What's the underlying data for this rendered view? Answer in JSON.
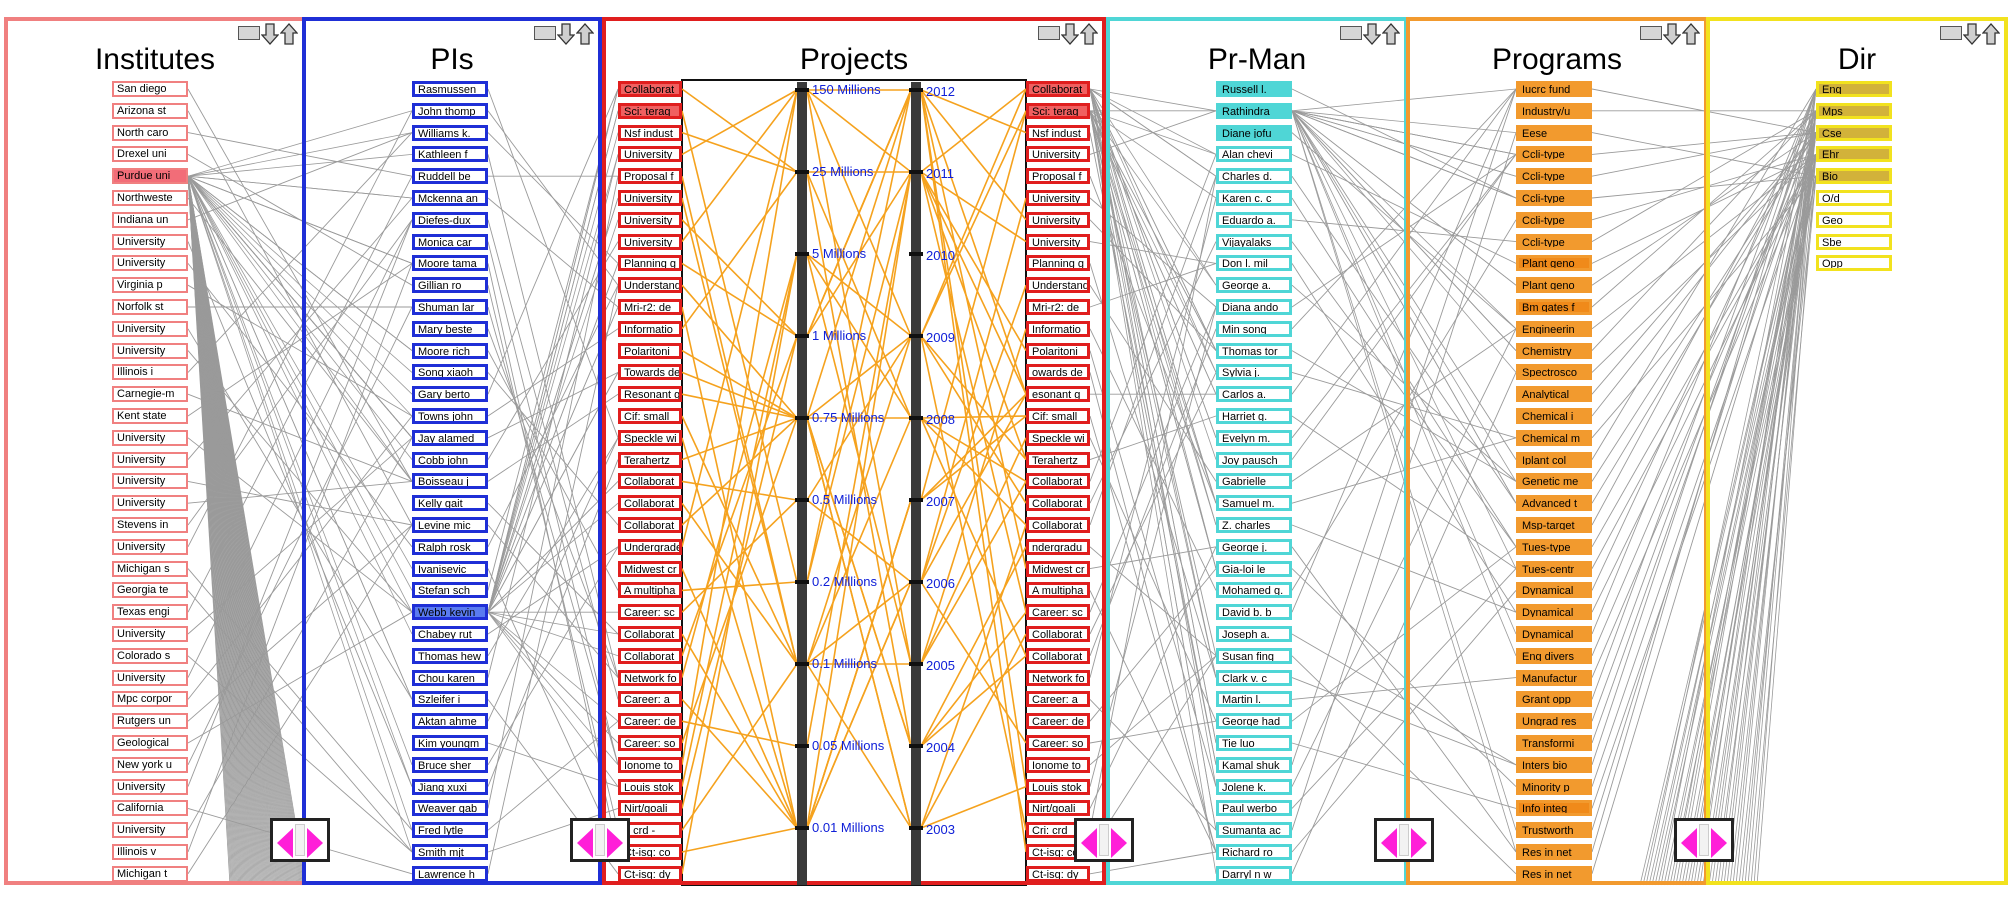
{
  "colors": {
    "institutes": "#f08080",
    "pis": "#1f2fd6",
    "projects": "#e01e1e",
    "prman": "#4fd6d6",
    "programs": "#f29a2e",
    "dir": "#f2e21e",
    "links_gray": "#9a9a9a",
    "links_orange": "#f5a21e",
    "tick_label": "#1020d8"
  },
  "icons": {
    "minimize": "minimize-icon",
    "arrow_down": "arrow-down-icon",
    "arrow_up": "arrow-up-icon"
  },
  "panels": {
    "institutes": {
      "title": "Institutes",
      "highlight": [
        4
      ],
      "items": [
        "San diego",
        "Arizona st",
        "North caro",
        "Drexel uni",
        "Purdue uni",
        "Northweste",
        "Indiana un",
        "University",
        "University",
        "Virginia p",
        "Norfolk st",
        "University",
        "University",
        "Illinois i",
        "Carnegie-m",
        "Kent state",
        "University",
        "University",
        "University",
        "University",
        "Stevens in",
        "University",
        "Michigan s",
        "Georgia te",
        "Texas engi",
        "University",
        "Colorado s",
        "University",
        "Mpc corpor",
        "Rutgers un",
        "Geological",
        "New york u",
        "University",
        "California",
        "University",
        "Illinois v",
        "Michigan t"
      ]
    },
    "pis": {
      "title": "PIs",
      "highlight": [
        24
      ],
      "items": [
        "Rasmussen",
        "John thomp",
        "Williams k.",
        "Kathleen f",
        "Ruddell be",
        "Mckenna an",
        "Diefes-dux",
        "Monica car",
        "Moore tama",
        "Gillian ro",
        "Shuman lar",
        "Mary beste",
        "Moore rich",
        "Song xiaoh",
        "Gary berto",
        "Towns john",
        "Jay alamed",
        "Cobb john",
        "Boisseau j",
        "Kelly gait",
        "Levine mic",
        "Ralph rosk",
        "Ivanisevic",
        "Stefan sch",
        "Webb kevin",
        "Chabey rut",
        "Thomas hew",
        "Chou karen",
        "Szleifer i",
        "Aktan ahme",
        "Kim youngm",
        "Bruce sher",
        "Jiang xuxi",
        "Weaver gab",
        "Fred lytle",
        "Smith mjt",
        "Lawrence h"
      ]
    },
    "projects": {
      "title": "Projects",
      "left_highlight": [
        0,
        1
      ],
      "right_highlight": [
        0,
        1
      ],
      "left_items": [
        "Collaborat",
        "Sci: terag",
        "Nsf indust",
        "University",
        "Proposal f",
        "University",
        "University",
        "University",
        "Planning g",
        "Understand",
        "Mri-r2: de",
        "Informatio",
        "Polaritoni",
        "Towards de",
        "Resonant g",
        "Cif: small",
        "Speckle wi",
        "Terahertz",
        "Collaborat",
        "Collaborat",
        "Collaborat",
        "Undergrade",
        "Midwest cr",
        "A multipha",
        "Career: sc",
        "Collaborat",
        "Collaborat",
        "Network fo",
        "Career: a",
        "Career: de",
        "Career: so",
        "Ionome to",
        "Louis stok",
        "Nirt/goali",
        "I: crd -",
        "Ct-isg: co",
        "Ct-isg: dy"
      ],
      "right_items": [
        "Collaborat",
        "Sci: terag",
        "Nsf indust",
        "University",
        "Proposal f",
        "University",
        "University",
        "University",
        "Planning g",
        "Understand",
        "Mri-r2: de",
        "Informatio",
        "Polaritoni",
        "owards de",
        "esonant g",
        "Cif: small",
        "Speckle wi",
        "Terahertz",
        "Collaborat",
        "Collaborat",
        "Collaborat",
        "ndergradu",
        "Midwest cr",
        "A multipha",
        "Career: sc",
        "Collaborat",
        "Collaborat",
        "Network fo",
        "Career: a",
        "Career: de",
        "Career: so",
        "Ionome to",
        "Louis stok",
        "Nirt/goali",
        "Cri: crd",
        "Ct-isg: co",
        "Ct-isg: dy"
      ],
      "amount_axis": [
        "150 Millions",
        "25 Millions",
        "5 Millions",
        "1 Millions",
        "0.75 Millions",
        "0.5 Millions",
        "0.2 Millions",
        "0.1 Millions",
        "0.05 Millions",
        "0.01 Millions"
      ],
      "year_axis": [
        "2012",
        "2011",
        "2010",
        "2009",
        "2008",
        "2007",
        "2006",
        "2005",
        "2004",
        "2003"
      ]
    },
    "prman": {
      "title": "Pr-Man",
      "highlight": [
        0,
        1,
        2
      ],
      "items": [
        "Russell l.",
        "Rathindra",
        "Diane jofu",
        "Alan chevi",
        "Charles d.",
        "Karen c. c",
        "Eduardo a.",
        "Vijayalaks",
        "Don l. mil",
        "George a.",
        "Diana ando",
        "Min song",
        "Thomas tor",
        "Sylvia j.",
        "Carlos a.",
        "Harriet g.",
        "Evelyn m.",
        "Joy pausch",
        "Gabrielle",
        "Samuel m.",
        "Z. charles",
        "George j.",
        "Gia-loi le",
        "Mohamed g.",
        "David b. b",
        "Joseph a.",
        "Susan fing",
        "Clark v. c",
        "Martin l.",
        "George had",
        "Tie luo",
        "Kamal shuk",
        "Jolene k.",
        "Paul werbo",
        "Sumanta ac",
        "Richard ro",
        "Darryl n w"
      ]
    },
    "programs": {
      "title": "Programs",
      "highlight": [
        0,
        1,
        2,
        3,
        4,
        5,
        6,
        7,
        8,
        9,
        10,
        11,
        12,
        13,
        14,
        15,
        16,
        17,
        18,
        19,
        20,
        21,
        22,
        23,
        24,
        25,
        26,
        27,
        28,
        29,
        30,
        31,
        32,
        33,
        34,
        35,
        36
      ],
      "strong": [
        8,
        10,
        33
      ],
      "items": [
        "Iucrc fund",
        "Industry/u",
        "Eese",
        "Ccli-type",
        "Ccli-type",
        "Ccli-type",
        "Ccli-type",
        "Ccli-type",
        "Plant geno",
        "Plant geno",
        "Bm gates f",
        "Engineerin",
        "Chemistry",
        "Spectrosco",
        "Analytical",
        "Chemical i",
        "Chemical m",
        "Iplant col",
        "Genetic me",
        "Advanced t",
        "Msp-target",
        "Tues-type",
        "Tues-centr",
        "Dynamical",
        "Dynamical",
        "Dynamical",
        "Eng divers",
        "Manufactur",
        "Grant opp",
        "Ungrad res",
        "Transformi",
        "Inters bio",
        "Minority p",
        "Info integ",
        "Trustworth",
        "Res in net",
        "Res in net"
      ]
    },
    "dir": {
      "title": "Dir",
      "highlight": [
        0,
        1,
        2,
        3,
        4
      ],
      "items": [
        "Eng",
        "Mps",
        "Cse",
        "Ehr",
        "Bio",
        "O/d",
        "Geo",
        "Sbe",
        "Opp"
      ]
    }
  }
}
